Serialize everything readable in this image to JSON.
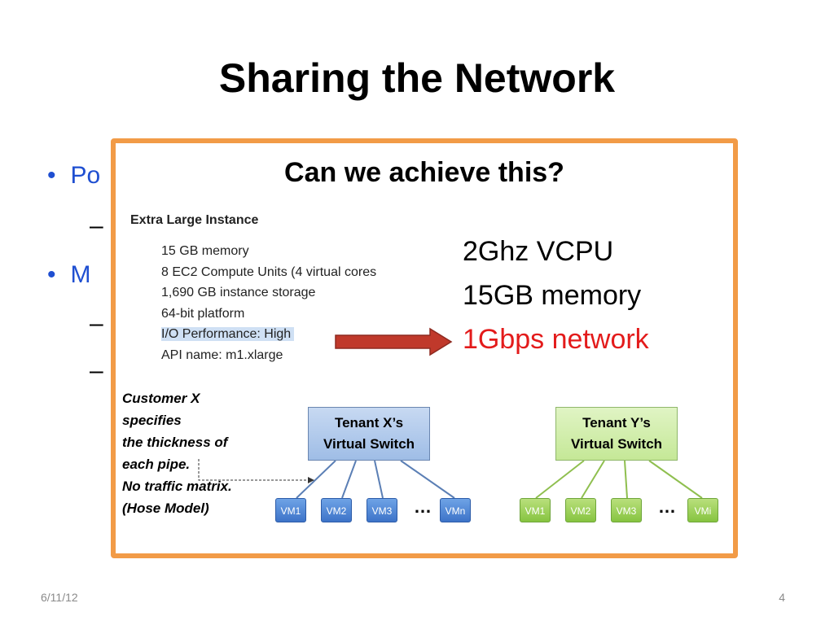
{
  "slide": {
    "title": "Sharing the Network",
    "bullets": [
      {
        "marker": "•",
        "text": "Po"
      },
      {
        "marker": "•",
        "text": "M"
      }
    ],
    "sub_dash": "–",
    "footer_date": "6/11/12",
    "page_number": "4"
  },
  "overlay": {
    "title": "Can we achieve this?",
    "spec_heading": "Extra Large Instance",
    "spec_items": [
      "15 GB memory",
      "8 EC2 Compute Units (4 virtual cores",
      "1,690 GB instance storage",
      "64-bit platform",
      "I/O Performance: High",
      "API name: m1.xlarge"
    ],
    "stats": [
      "2Ghz VCPU",
      "15GB memory",
      "1Gbps network"
    ],
    "note_lines": [
      "Customer X",
      "specifies",
      "the thickness of",
      "each pipe.",
      "No traffic matrix.",
      "(Hose Model)"
    ],
    "tenant_x": {
      "line1": "Tenant X’s",
      "line2": "Virtual Switch",
      "vms": [
        "VM1",
        "VM2",
        "VM3",
        "VMn"
      ]
    },
    "tenant_y": {
      "line1": "Tenant Y’s",
      "line2": "Virtual Switch",
      "vms": [
        "VM1",
        "VM2",
        "VM3",
        "VMi"
      ]
    },
    "ellipsis": "…",
    "colors": {
      "border": "#f29b47",
      "highlight": "#e31b1b",
      "bullet": "#1f4fd1",
      "arrow": "#c0392b"
    }
  }
}
